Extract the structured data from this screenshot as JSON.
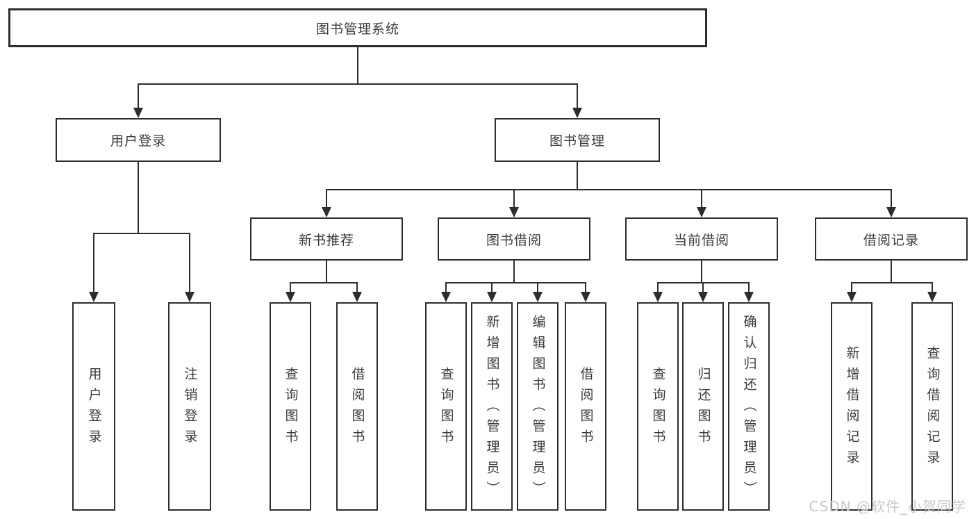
{
  "diagram": {
    "tree": {
      "label": "图书管理系统",
      "children": [
        {
          "label": "用户登录",
          "children": [
            {
              "label": "用户登录"
            },
            {
              "label": "注销登录"
            }
          ]
        },
        {
          "label": "图书管理",
          "children": [
            {
              "label": "新书推荐",
              "children": [
                {
                  "label": "查询图书"
                },
                {
                  "label": "借阅图书"
                }
              ]
            },
            {
              "label": "图书借阅",
              "children": [
                {
                  "label": "查询图书"
                },
                {
                  "label": "新增图书（管理员）"
                },
                {
                  "label": "编辑图书（管理员）"
                },
                {
                  "label": "借阅图书"
                }
              ]
            },
            {
              "label": "当前借阅",
              "children": [
                {
                  "label": "查询图书"
                },
                {
                  "label": "归还图书"
                },
                {
                  "label": "确认归还（管理员）"
                }
              ]
            },
            {
              "label": "借阅记录",
              "children": [
                {
                  "label": "新增借阅记录"
                },
                {
                  "label": "查询借阅记录"
                }
              ]
            }
          ]
        }
      ]
    }
  },
  "watermark": {
    "text": "CSDN @软件_小贺同学"
  },
  "colors": {
    "line": "#2d2d2d",
    "box_border": "#2d2d2d",
    "text": "#3a3a3a",
    "watermark": "#c9c9c9",
    "background": "#ffffff"
  }
}
